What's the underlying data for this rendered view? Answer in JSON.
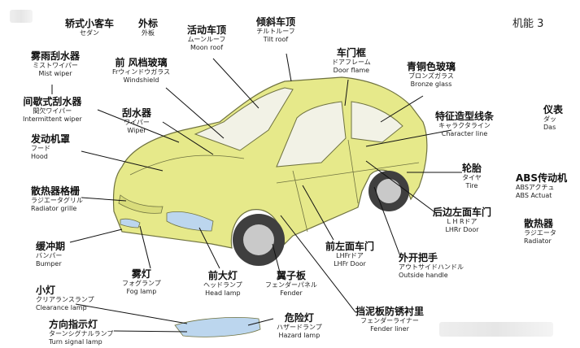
{
  "page_code": "机能 3",
  "labels": {
    "hatchback": {
      "zh": "轿式小客车",
      "ja": "セダン"
    },
    "outer": {
      "zh": "外标",
      "ja": "外板"
    },
    "moonroof": {
      "zh": "活动车顶",
      "ja": "ムーンルーフ",
      "en": "Moon roof"
    },
    "tiltroof": {
      "zh": "倾斜车顶",
      "ja": "チルトルーフ",
      "en": "Tilt roof"
    },
    "doorframe": {
      "zh": "车门框",
      "ja": "ドアフレーム",
      "en": "Door flame"
    },
    "bronze": {
      "zh": "青铜色玻璃",
      "ja": "ブロンズガラス",
      "en": "Bronze glass"
    },
    "mistwiper": {
      "zh": "雾雨刮水器",
      "ja": "ミストワイパー",
      "en": "Mist wiper"
    },
    "windshield": {
      "zh": "前  风档玻璃",
      "ja": "Frウィンドウガラス",
      "en": "Windshield"
    },
    "intermittent": {
      "zh": "间歇式刮水器",
      "ja": "間欠ワイパー",
      "en": "Intermittent wiper"
    },
    "wiper": {
      "zh": "刮水器",
      "ja": "ワイパー",
      "en": "Wiper"
    },
    "characterline": {
      "zh": "特征造型线条",
      "ja": "キャラクタライン",
      "en": "Character line"
    },
    "dash": {
      "zh": "仪表",
      "ja": "ダッ",
      "en": "Das"
    },
    "hood": {
      "zh": "发动机罩",
      "ja": "フード",
      "en": "Hood"
    },
    "tire": {
      "zh": "轮胎",
      "ja": "タイヤ",
      "en": "Tire"
    },
    "abs": {
      "zh": "ABS传动机",
      "ja": "ABSアクチュ",
      "en": "ABS Actuat"
    },
    "grille": {
      "zh": "散热器格栅",
      "ja": "ラジエータグリル",
      "en": "Radiator grille"
    },
    "lhrrdoor": {
      "zh": "后边左面车门",
      "ja": "L H Rドア",
      "en": "LHRr Door"
    },
    "radiator": {
      "zh": "散热器",
      "ja": "ラジエータ",
      "en": "Radiator"
    },
    "bumper": {
      "zh": "缓冲期",
      "ja": "バンパー",
      "en": "Bumper"
    },
    "lhfrdoor": {
      "zh": "前左面车门",
      "ja": "LHFrドア",
      "en": "LHFr Door"
    },
    "outsidehandle": {
      "zh": "外开把手",
      "ja": "アウトサイドハンドル",
      "en": "Outside handle"
    },
    "foglamp": {
      "zh": "雾灯",
      "ja": "フォグランプ",
      "en": "Fog lamp"
    },
    "headlamp": {
      "zh": "前大灯",
      "ja": "ヘッドランプ",
      "en": "Head lamp"
    },
    "fender": {
      "zh": "翼子板",
      "ja": "フェンダーパネル",
      "en": "Fender"
    },
    "clearance": {
      "zh": "小灯",
      "ja": "クリアランスランプ",
      "en": "Clearance lamp"
    },
    "hazard": {
      "zh": "危险灯",
      "ja": "ハザードランプ",
      "en": "Hazard lamp"
    },
    "fenderliner": {
      "zh": "挡泥板防锈衬里",
      "ja": "フェンダーライナー",
      "en": "Fender liner"
    },
    "turnsignal": {
      "zh": "方向指示灯",
      "ja": "ターンシグナルランプ",
      "en": "Turn signal lamp"
    }
  },
  "colors": {
    "body": "#e6e98a",
    "outline": "#6f7240",
    "glass": "#f2f2e6",
    "lamp": "#bcd6ee",
    "tire": "#3f3f3f",
    "rim": "#c9c9c9"
  }
}
